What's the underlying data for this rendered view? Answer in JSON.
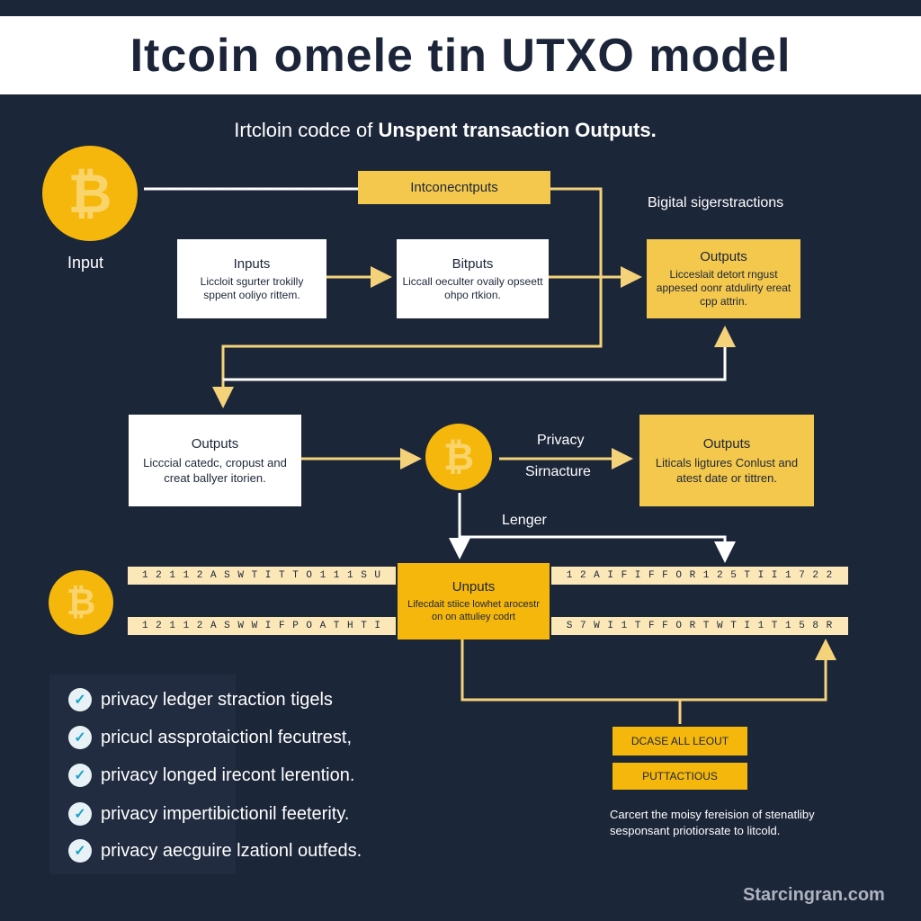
{
  "title": "Itcoin omele tin UTXO model",
  "subtitle_prefix": "Irtcloin codce of ",
  "subtitle_bold": "Unspent transaction Outputs.",
  "top_label": "Intconecntputs",
  "side_label": "Bigital sigerstractions",
  "input_label": "Input",
  "row1": [
    {
      "title": "Inputs",
      "body": "Liccloit sgurter trokilly sppent ooliyo rittem."
    },
    {
      "title": "Bitputs",
      "body": "Liccall oeculter ovaily opseett ohpo rtkion."
    },
    {
      "title": "Outputs",
      "body": "Licceslait detort rngust appesed oonr atdulirty ereat cpp attrin."
    }
  ],
  "row2": [
    {
      "title": "Outputs",
      "body": "Licccial catedc, cropust and creat ballyer itorien."
    },
    {
      "title": "Outputs",
      "body": "Liticals ligtures Conlust and atest date or tittren."
    }
  ],
  "privacy_label": "Privacy",
  "signature_label": "Sirnacture",
  "ledger_label": "Lenger",
  "tape1": {
    "left": "1 2 1 1 2 A S W T I T T O 1 1 1 S U",
    "right": "1 2 A I F I F F O R 1 2 5 T I I 1 7 2 2"
  },
  "tape2": {
    "left": "1 2 1 1 2 A S W W I F P O A T H T I",
    "right": "S 7 W I 1 T F F O R T W T I 1 T 1 5 8 R"
  },
  "center_box": {
    "title": "Unputs",
    "body": "Lifecdait stiice lowhet arocestr on on attuliey codrt"
  },
  "checklist": [
    "privacy ledger straction tigels",
    "pricucl assprotaictionl fecutrest,",
    "privacy longed irecont lerention.",
    "privacy impertibictionil feeterity.",
    "privacy aecguire lzationl outfeds."
  ],
  "buttons": [
    "DCASE ALL LEOUT",
    "PUTTACTIOUS"
  ],
  "caption": [
    "Carcert the moisy fereision of stenatliby",
    "sesponsant priotiorsate to litcold."
  ],
  "watermark": "Starcingran.com",
  "coin_symbol": "₿",
  "check_symbol": "✓",
  "colors": {
    "background": "#1c2639",
    "yellow": "#f4c84c",
    "gold": "#f5b70c",
    "line": "#f6dd9a"
  }
}
